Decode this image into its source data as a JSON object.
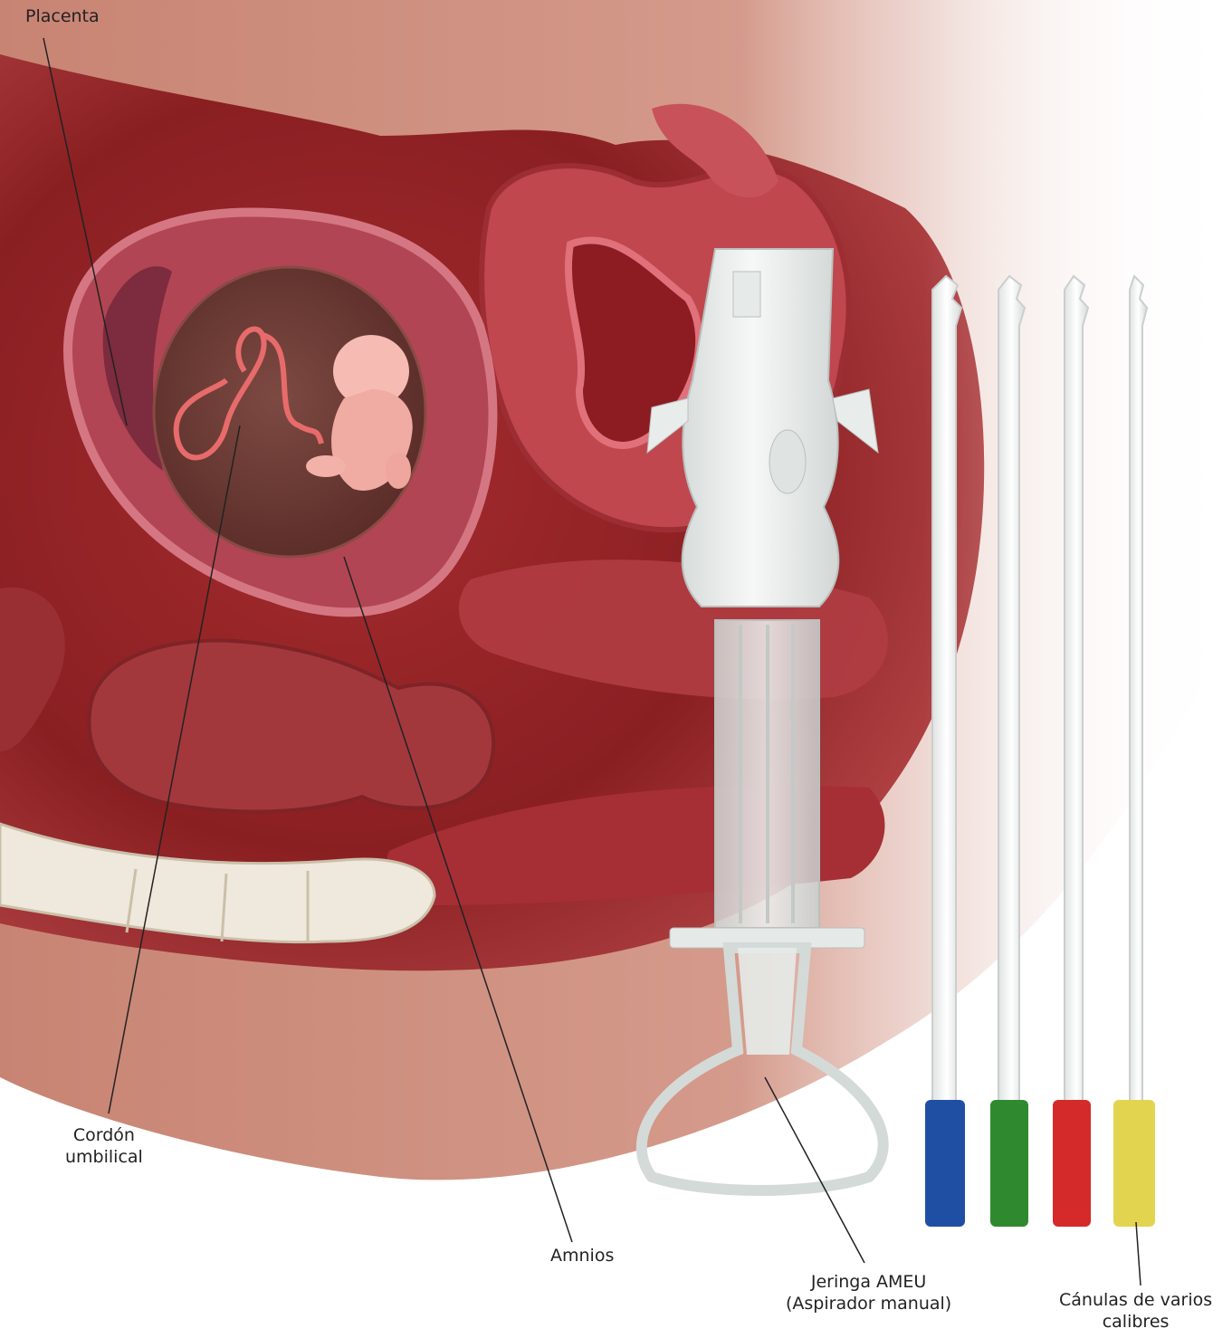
{
  "labels": {
    "placenta": "Placenta",
    "cord_line1": "Cordón",
    "cord_line2": "umbilical",
    "amnios": "Amnios",
    "syringe_line1": "Jeringa AMEU",
    "syringe_line2": "(Aspirador manual)",
    "cannulas_line1": "Cánulas de varios",
    "cannulas_line2": "calibres"
  },
  "cannula_colors": [
    "#1f4fa3",
    "#2f8a2f",
    "#d42a2a",
    "#e2d44e"
  ],
  "colors": {
    "tissue_dark": "#8a1f22",
    "tissue_mid": "#c24a4c",
    "skin": "#d39486",
    "amniotic_sac": "#6a3a35",
    "fetus": "#f2b5ad",
    "syringe": "#e9eceb"
  }
}
